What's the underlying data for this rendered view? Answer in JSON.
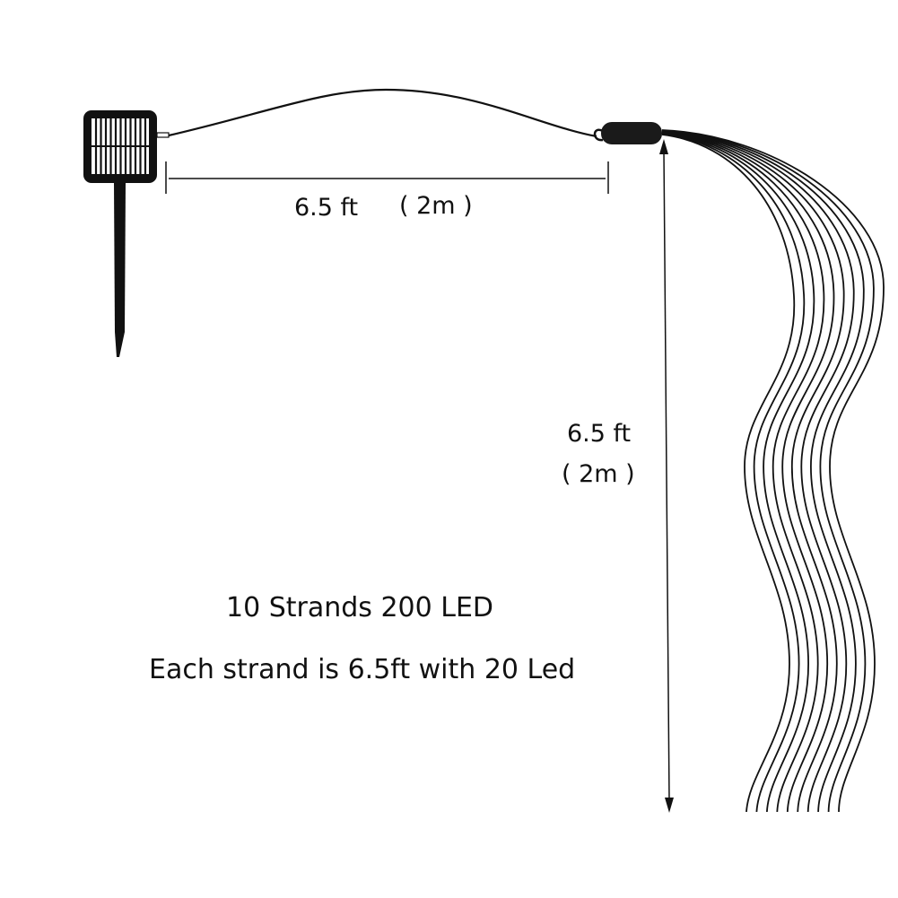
{
  "dimensions": {
    "cable_length": "6.5 ft",
    "cable_length_metric": "( 2m )",
    "strand_length": "6.5 ft",
    "strand_length_metric": "( 2m )"
  },
  "description_lines": {
    "line1": "10 Strands 200 LED",
    "line2": "Each strand is 6.5ft with 20 Led"
  },
  "strand_count": 10,
  "colors": {
    "ink": "#111111",
    "background": "#ffffff"
  }
}
